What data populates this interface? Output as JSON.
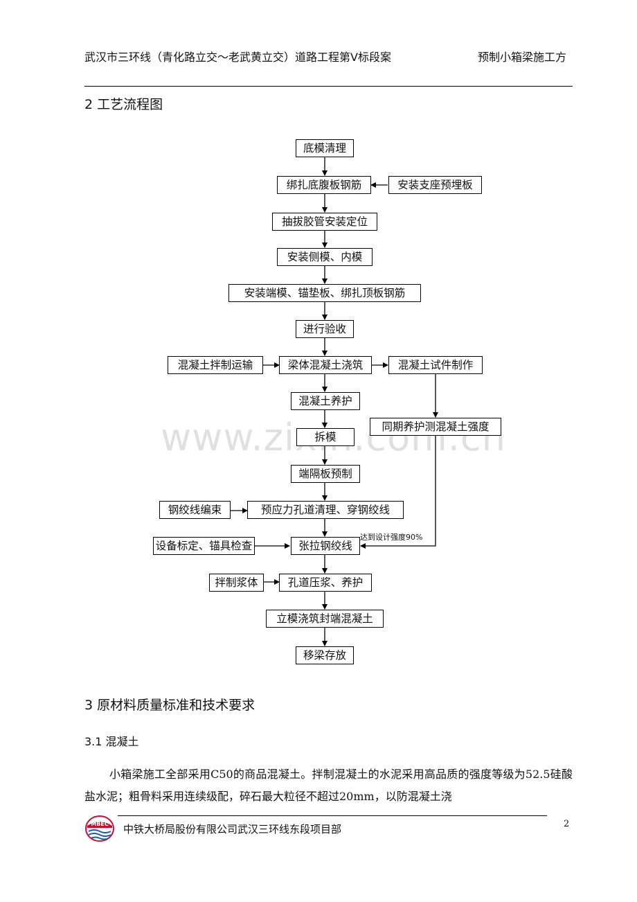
{
  "header": {
    "left": "武汉市三环线（青化路立交～老武黄立交）道路工程第Ⅴ标段案",
    "right": "预制小箱梁施工方"
  },
  "section2": {
    "title": "2  工艺流程图"
  },
  "flowchart": {
    "main": [
      "底模清理",
      "绑扎底腹板钢筋",
      "抽拔胶管安装定位",
      "安装侧模、内模",
      "安装端模、锚垫板、绑扎顶板钢筋",
      "进行验收",
      "梁体混凝土浇筑",
      "混凝土养护",
      "拆模",
      "端隔板预制",
      "预应力孔道清理、穿钢绞线",
      "张拉钢绞线",
      "孔道压浆、养护",
      "立模浇筑封端混凝土",
      "移梁存放"
    ],
    "side": {
      "support_plate": "安装支座预埋板",
      "concrete_mixing": "混凝土拌制运输",
      "test_specimen": "混凝土试件制作",
      "same_cure": "同期养护测混凝土强度",
      "strand_bundle": "钢绞线编束",
      "calibration": "设备标定、锚具检查",
      "grout_mix": "拌制浆体"
    },
    "strength_note": "达到设计强度90%"
  },
  "watermark": "www.zixin.com.cn",
  "section3": {
    "title": "3  原材料质量标准和技术要求",
    "sub_title": "3.1  混凝土",
    "paragraph": "小箱梁施工全部采用C50的商品混凝土。拌制混凝土的水泥采用高品质的强度等级为52.5硅酸盐水泥；粗骨料采用连续级配，碎石最大粒径不超过20mm，以防混凝土浇"
  },
  "footer": {
    "logo_text": "MBEC",
    "company": "中铁大桥局股份有限公司武汉三环线东段项目部",
    "page_number": "2"
  }
}
